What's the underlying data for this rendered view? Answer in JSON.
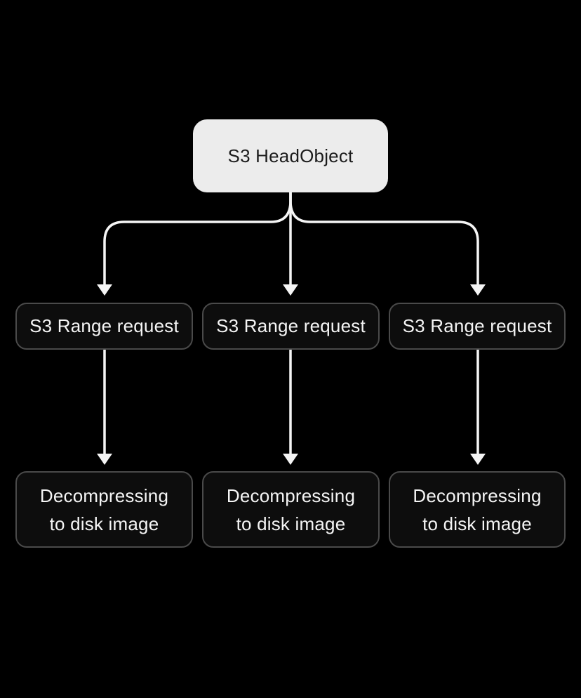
{
  "diagram": {
    "root": {
      "label": "S3 HeadObject"
    },
    "middle_nodes": [
      {
        "label": "S3 Range request"
      },
      {
        "label": "S3 Range request"
      },
      {
        "label": "S3 Range request"
      }
    ],
    "bottom_nodes": [
      {
        "label": "Decompressing to disk image",
        "lines": [
          "Decompressing",
          "to disk image"
        ]
      },
      {
        "label": "Decompressing to disk image",
        "lines": [
          "Decompressing",
          "to disk image"
        ]
      },
      {
        "label": "Decompressing to disk image",
        "lines": [
          "Decompressing",
          "to disk image"
        ]
      }
    ],
    "colors": {
      "background": "#000000",
      "root_node_fill": "#ECECEC",
      "root_node_text": "#1C1C1C",
      "node_fill": "#0D0D0D",
      "node_border": "#4A4A4A",
      "node_text": "#F5F5F5",
      "arrow": "#F5F5F5"
    }
  }
}
